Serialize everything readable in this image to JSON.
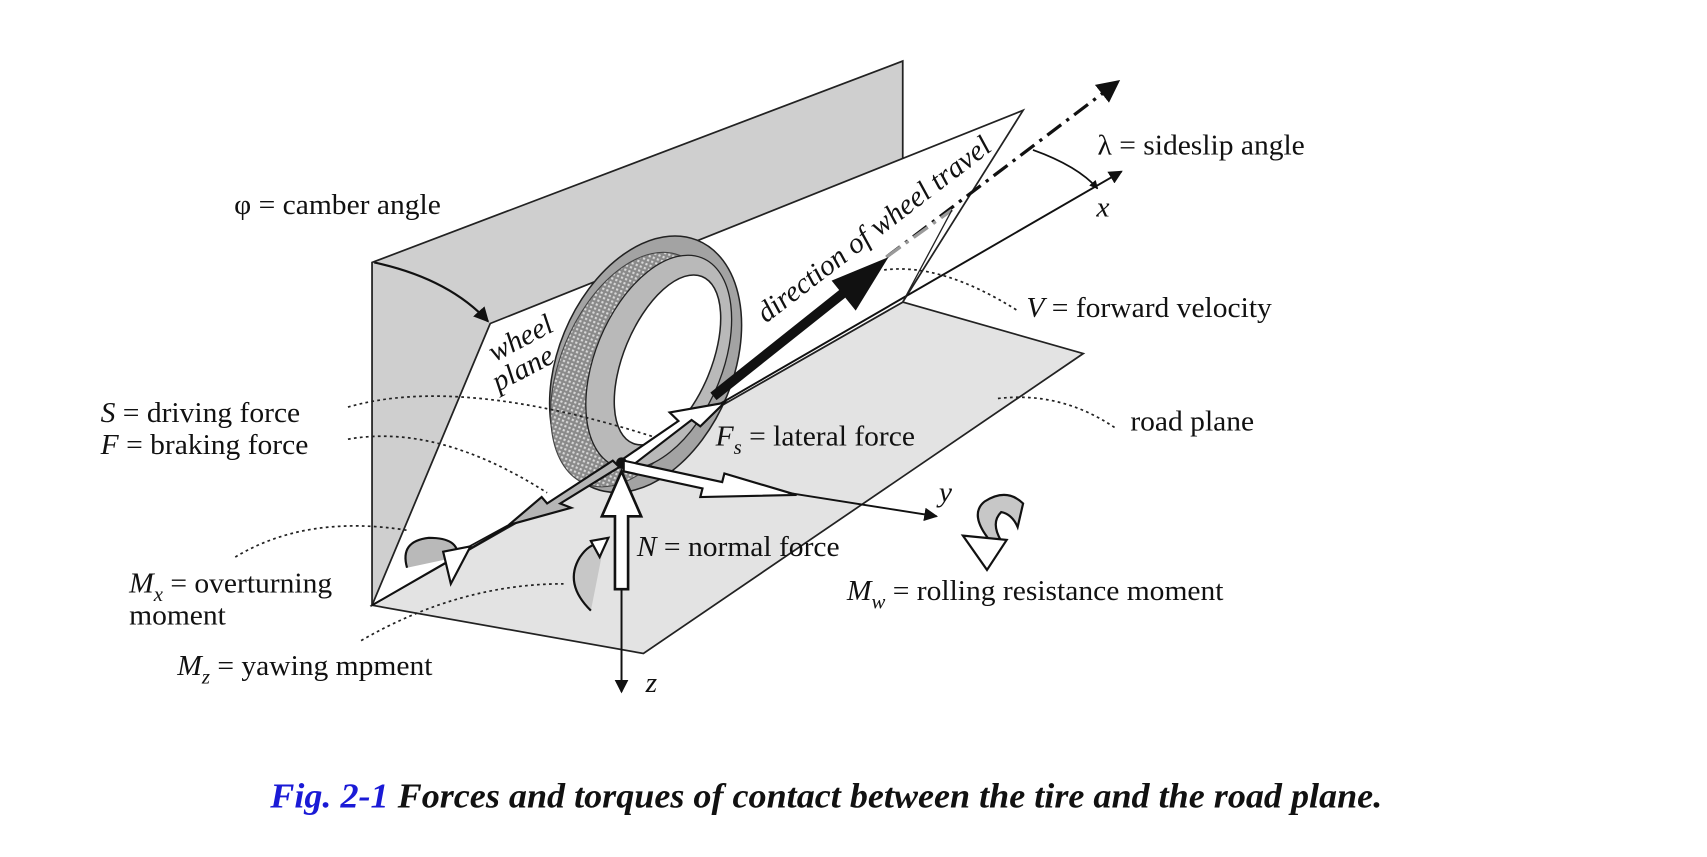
{
  "figure": {
    "caption_number": "Fig. 2-1",
    "caption_text": " Forces and torques of contact between the tire and the road plane."
  },
  "labels": {
    "camber": "φ = camber angle",
    "wheel_plane_1": "wheel",
    "wheel_plane_2": "plane",
    "direction": "direction of wheel travel",
    "sideslip": "λ = sideslip angle",
    "x_axis": "x",
    "y_axis": "y",
    "z_axis": "z",
    "velocity_sym": "V",
    "velocity_txt": " = forward velocity",
    "road_plane": "road plane",
    "driving_sym": "S",
    "driving_txt": "  = driving force",
    "braking_sym": "F",
    "braking_txt": " = braking force",
    "lateral_sym": "F",
    "lateral_sub": "s",
    "lateral_txt": " = lateral force",
    "normal_sym": "N",
    "normal_txt": " = normal force",
    "overturn_sym": "M",
    "overturn_sub": "x",
    "overturn_txt": " = overturning",
    "overturn_txt2": "moment",
    "yawing_sym": "M",
    "yawing_sub": "z",
    "yawing_txt": " = yawing mpment",
    "rolling_sym": "M",
    "rolling_sub": "w",
    "rolling_txt": " = rolling resistance moment"
  },
  "colors": {
    "panel_gray": "#cfcfcf",
    "road_gray": "#e3e3e3",
    "tire_dark": "#7a7a7a",
    "tire_light": "#b9b9b9",
    "caption_blue": "#1a1ad6"
  }
}
